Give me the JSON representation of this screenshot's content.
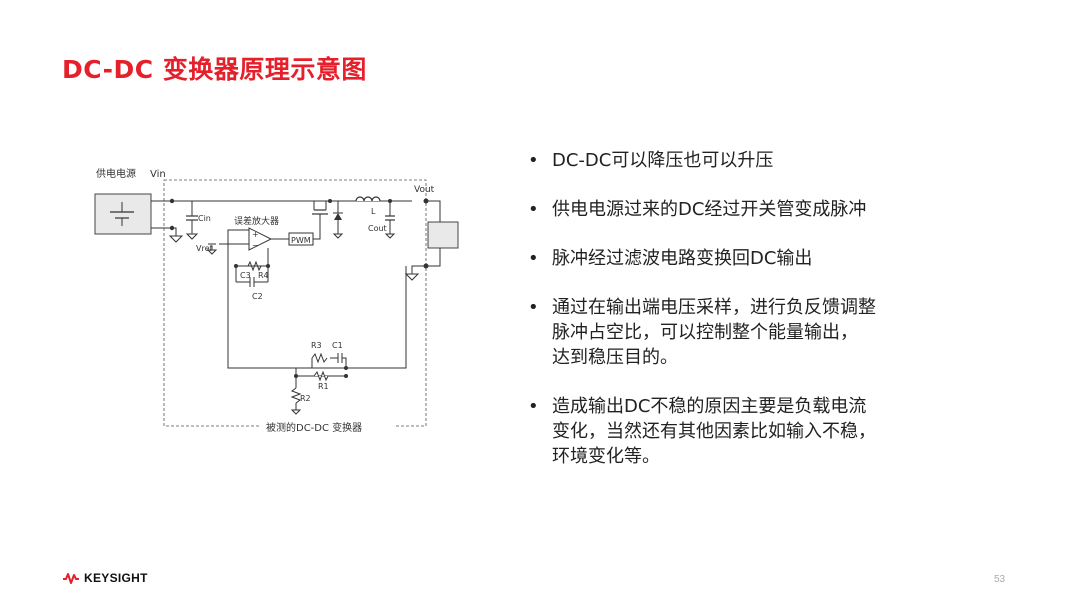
{
  "title": "DC-DC 变换器原理示意图",
  "diagram": {
    "supply_label": "供电电源",
    "vin": "Vin",
    "vout": "Vout",
    "cin": "Cin",
    "error_amp": "误差放大器",
    "vref": "Vref",
    "pwm": "PWM",
    "l": "L",
    "cout": "Cout",
    "c3": "C3",
    "r4": "R4",
    "c2": "C2",
    "r3": "R3",
    "c1": "C1",
    "r1": "R1",
    "r2": "R2",
    "dut_label": "被测的DC-DC 变换器",
    "plus": "+",
    "minus": "−"
  },
  "bullets": [
    "DC-DC可以降压也可以升压",
    "供电电源过来的DC经过开关管变成脉冲",
    "脉冲经过滤波电路变换回DC输出",
    "通过在输出端电压采样，进行负反馈调整\n脉冲占空比，可以控制整个能量输出，\n达到稳压目的。",
    "造成输出DC不稳的原因主要是负载电流\n变化，当然还有其他因素比如输入不稳，\n环境变化等。"
  ],
  "bullet_symbol": "•",
  "logo": {
    "text": "KEYSIGHT",
    "color": "#e5202b"
  },
  "page_number": "53"
}
